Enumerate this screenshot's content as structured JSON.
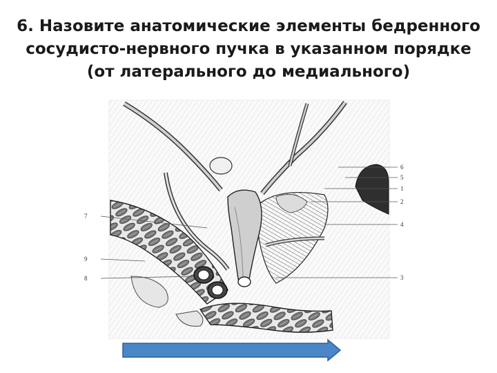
{
  "title": {
    "line1": "6. Назовите анатомические элементы бедренного",
    "line2": "сосудисто-нервного пучка в указанном порядке",
    "line3": "(от латерального до медиального)"
  },
  "figure": {
    "labels_left": [
      "7",
      "9",
      "8"
    ],
    "labels_right": [
      "6",
      "5",
      "1",
      "2",
      "4",
      "3"
    ]
  },
  "colors": {
    "arrow": "#4a86c8",
    "arrow_border": "#2d5f94",
    "ink": "#333333"
  }
}
